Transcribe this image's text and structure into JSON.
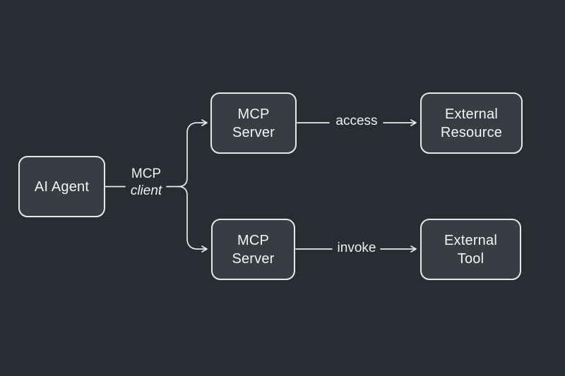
{
  "diagram": {
    "description": "MCP architecture diagram",
    "colors": {
      "background": "#282c33",
      "node_fill": "#383d44",
      "node_border": "#e6e8eb",
      "connector": "#e9ebee",
      "text": "#f2f3f5"
    },
    "nodes": {
      "ai_agent": {
        "line1": "AI Agent"
      },
      "mcp_server_top": {
        "line1": "MCP",
        "line2": "Server"
      },
      "external_resource": {
        "line1": "External",
        "line2": "Resource"
      },
      "mcp_server_bottom": {
        "line1": "MCP",
        "line2": "Server"
      },
      "external_tool": {
        "line1": "External",
        "line2": "Tool"
      }
    },
    "edge_labels": {
      "mcp_client_line1": "MCP",
      "mcp_client_line2": "client",
      "access": "access",
      "invoke": "invoke"
    }
  }
}
